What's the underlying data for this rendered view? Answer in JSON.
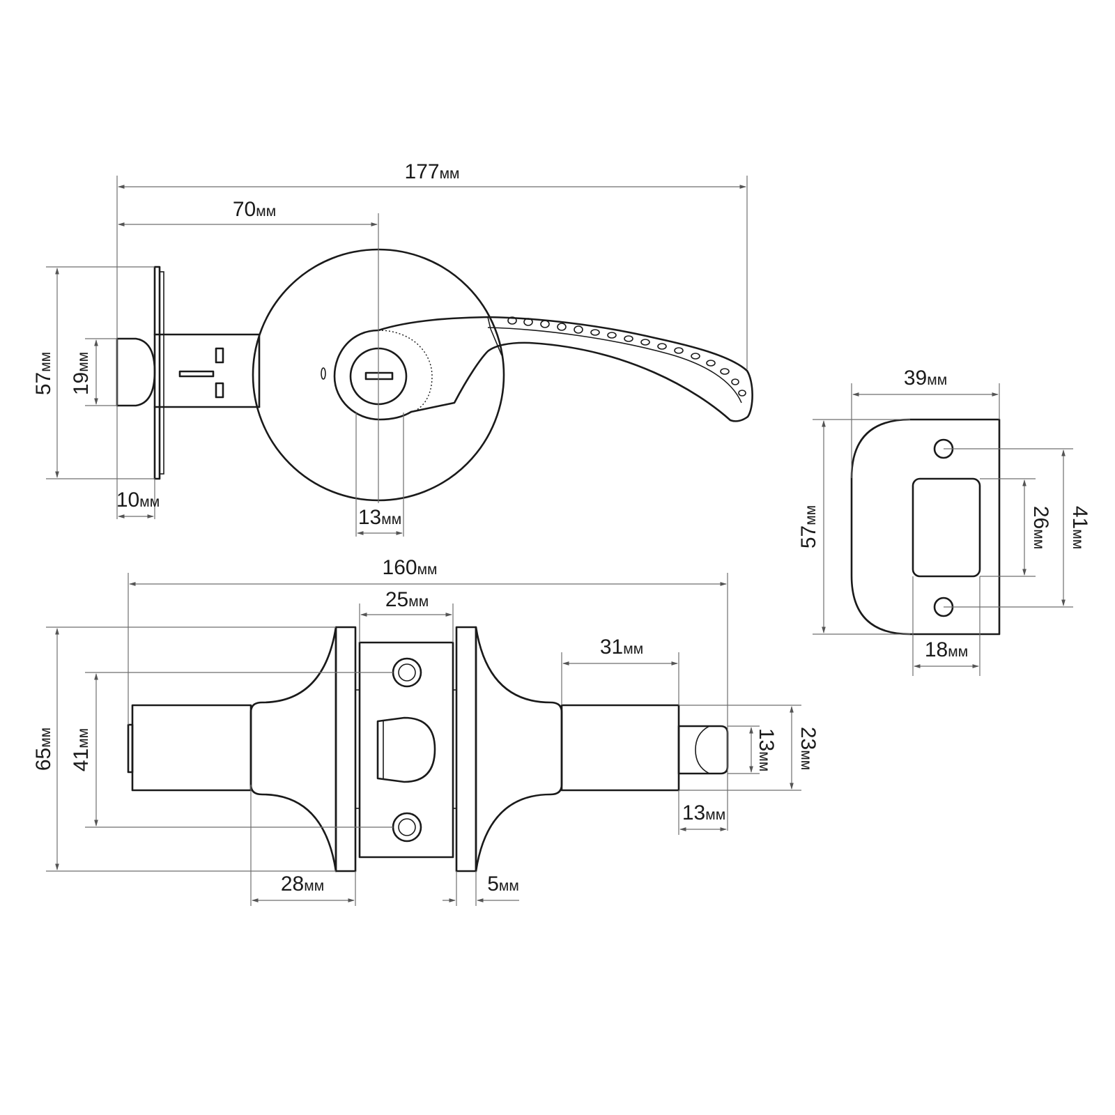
{
  "unit": "мм",
  "side_view": {
    "overall_length": "177",
    "axis_offset": "70",
    "rose_height": "57",
    "latch_height": "19",
    "latch_projection": "10",
    "cylinder_width": "13"
  },
  "top_view": {
    "overall_length": "160",
    "faceplate_width": "25",
    "spindle_length": "31",
    "overall_height": "65",
    "hole_spacing": "41",
    "rose_depth": "28",
    "rose_thickness": "5",
    "bolt_height": "13",
    "body_height": "23",
    "bolt_projection": "13"
  },
  "strike_plate": {
    "width": "39",
    "height": "57",
    "opening_height": "26",
    "hole_spacing": "41",
    "opening_width": "18"
  }
}
